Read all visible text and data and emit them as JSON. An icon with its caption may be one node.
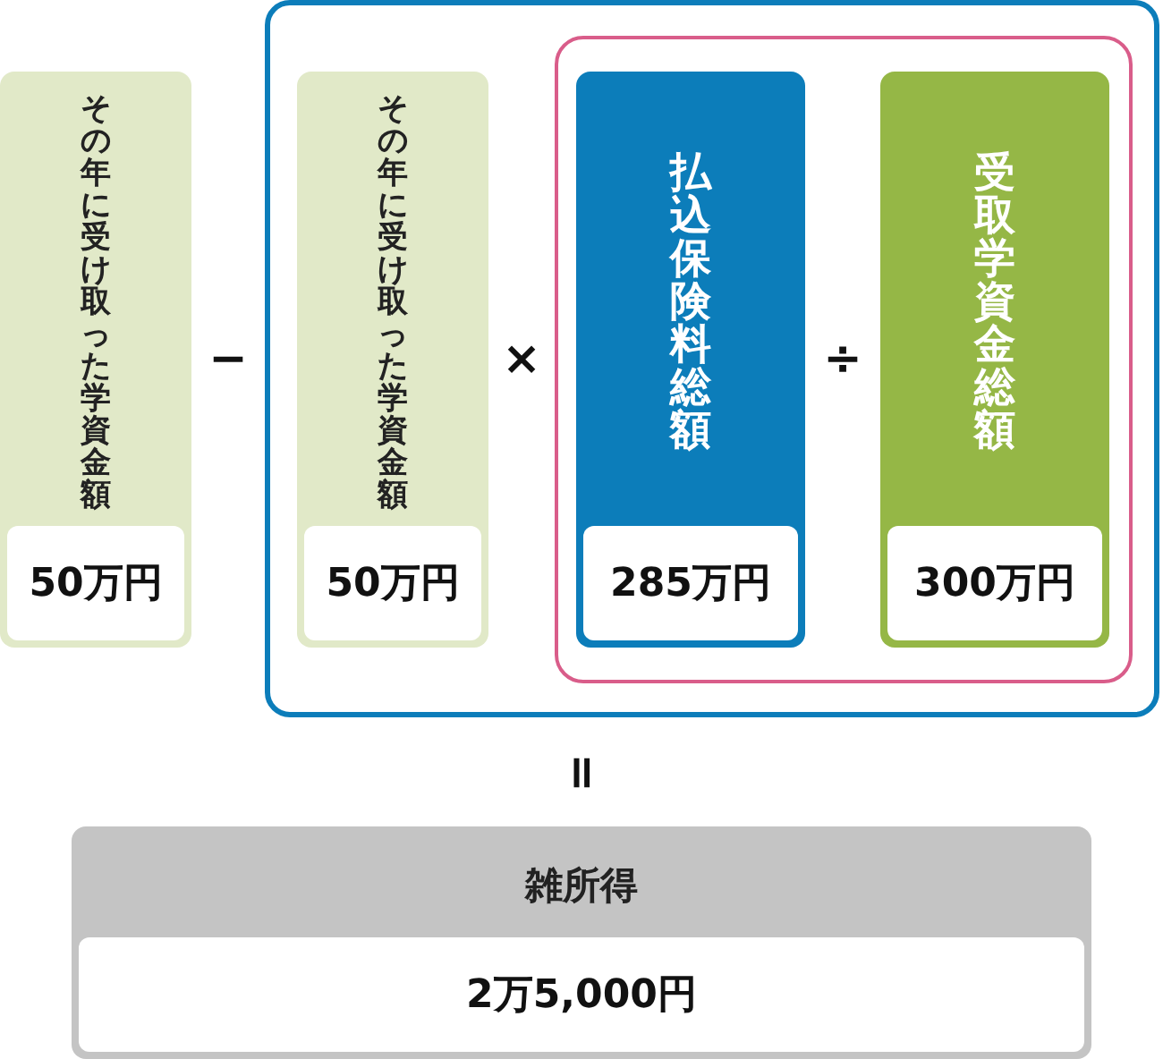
{
  "diagram": {
    "nodes": [
      {
        "text": [
          "その年に受け取った学資金額",
          "50万円"
        ]
      },
      {
        "text": [],
        "shape": "box"
      },
      {
        "text": [
          "その年に受け取った学資金額",
          "50万円"
        ],
        "in": 1
      },
      {
        "text": [],
        "shape": "box",
        "in": 1
      },
      {
        "text": [
          "払込保険料総額",
          "285万円"
        ],
        "in": 3
      },
      {
        "text": [
          "受取学資金総額",
          "300万円"
        ],
        "in": 3
      },
      {
        "text": [
          "雑所得",
          "2万5,000円"
        ]
      }
    ],
    "labels": [
      "−",
      "×",
      "÷",
      "="
    ]
  }
}
